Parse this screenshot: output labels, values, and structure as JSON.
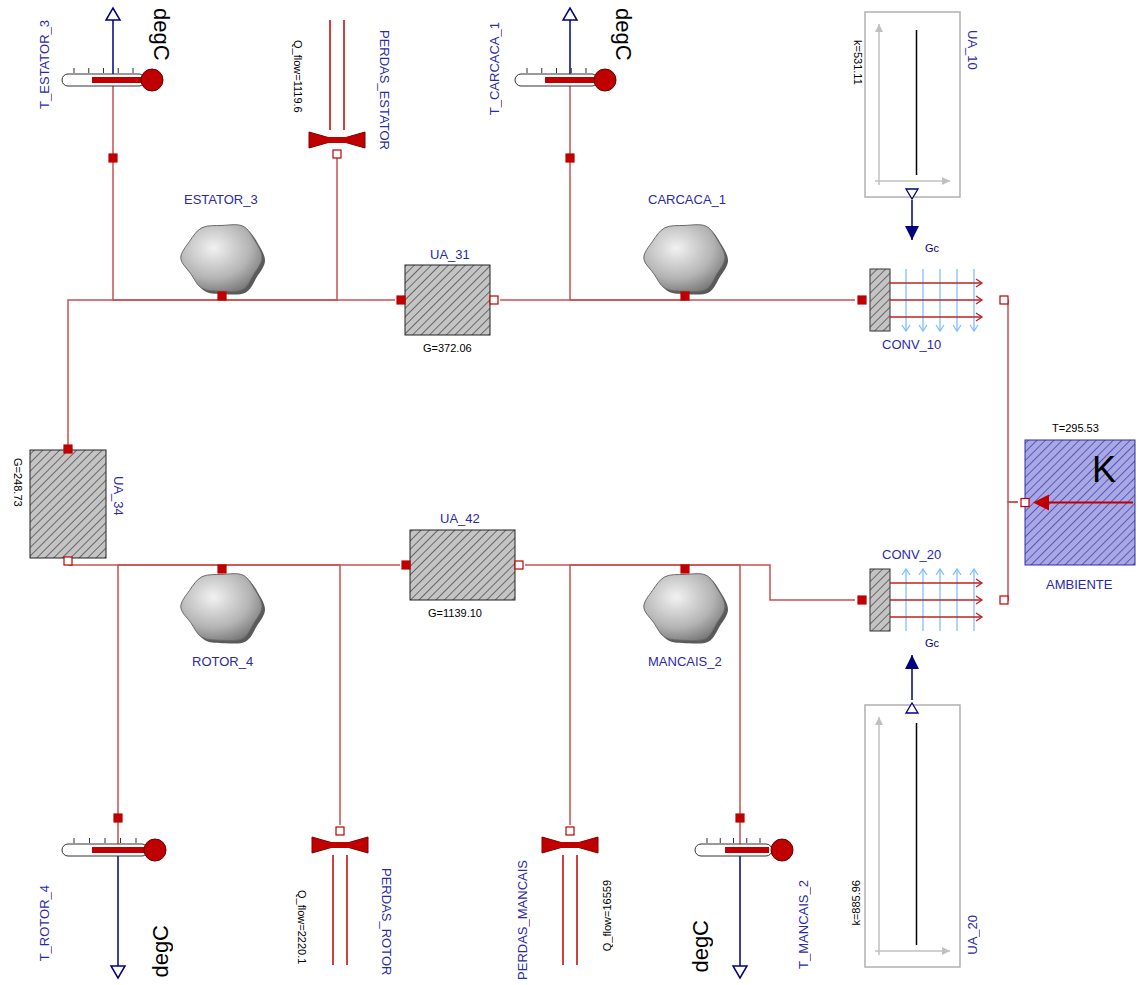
{
  "diagram": {
    "nodes": [
      {
        "text": [
          "T_ESTATOR_3",
          "degC"
        ]
      },
      {
        "text": [
          "Q_flow=1119.6",
          "PERDAS_ESTATOR"
        ]
      },
      {
        "text": [
          "T_CARCACA_1",
          "degC"
        ]
      },
      {
        "text": [
          "k=531.11",
          "UA_10"
        ]
      },
      {
        "text": [
          "ESTATOR_3"
        ]
      },
      {
        "text": [
          "CARCACA_1"
        ]
      },
      {
        "text": [
          "UA_31",
          "G=372.06"
        ]
      },
      {
        "text": [
          "Gc",
          "CONV_10"
        ]
      },
      {
        "text": [
          "G=248.73",
          "UA_34"
        ]
      },
      {
        "text": [
          "T=295.53",
          "K",
          "AMBIENTE"
        ]
      },
      {
        "text": [
          "UA_42",
          "G=1139.10"
        ]
      },
      {
        "text": [
          "CONV_20",
          "Gc"
        ]
      },
      {
        "text": [
          "ROTOR_4"
        ]
      },
      {
        "text": [
          "MANCAIS_2"
        ]
      },
      {
        "text": [
          "k=885.96",
          "UA_20"
        ]
      },
      {
        "text": [
          "T_ROTOR_4",
          "degC"
        ]
      },
      {
        "text": [
          "Q_flow=2220.1",
          "PERDAS_ROTOR"
        ]
      },
      {
        "text": [
          "PERDAS_MANCAIS",
          "Q_flow=16559"
        ]
      },
      {
        "text": [
          "degC",
          "T_MANCAIS_2"
        ]
      }
    ],
    "edges": [
      {
        "from": 4,
        "to": 0,
        "arrow": "none"
      },
      {
        "from": 4,
        "to": 1,
        "arrow": "none"
      },
      {
        "from": 4,
        "to": 6,
        "arrow": "none"
      },
      {
        "from": 4,
        "to": 8,
        "arrow": "none"
      },
      {
        "from": 6,
        "to": 5,
        "arrow": "none"
      },
      {
        "from": 5,
        "to": 2,
        "arrow": "none"
      },
      {
        "from": 5,
        "to": 7,
        "arrow": "none"
      },
      {
        "from": 3,
        "to": 7,
        "arrow": "to"
      },
      {
        "from": 7,
        "to": 9,
        "arrow": "none"
      },
      {
        "from": 11,
        "to": 9,
        "arrow": "none"
      },
      {
        "from": 8,
        "to": 12,
        "arrow": "none"
      },
      {
        "from": 12,
        "to": 15,
        "arrow": "none"
      },
      {
        "from": 12,
        "to": 16,
        "arrow": "none"
      },
      {
        "from": 12,
        "to": 10,
        "arrow": "none"
      },
      {
        "from": 10,
        "to": 13,
        "arrow": "none"
      },
      {
        "from": 13,
        "to": 17,
        "arrow": "none"
      },
      {
        "from": 13,
        "to": 18,
        "arrow": "none"
      },
      {
        "from": 13,
        "to": 11,
        "arrow": "none"
      },
      {
        "from": 14,
        "to": 11,
        "arrow": "to"
      }
    ]
  }
}
